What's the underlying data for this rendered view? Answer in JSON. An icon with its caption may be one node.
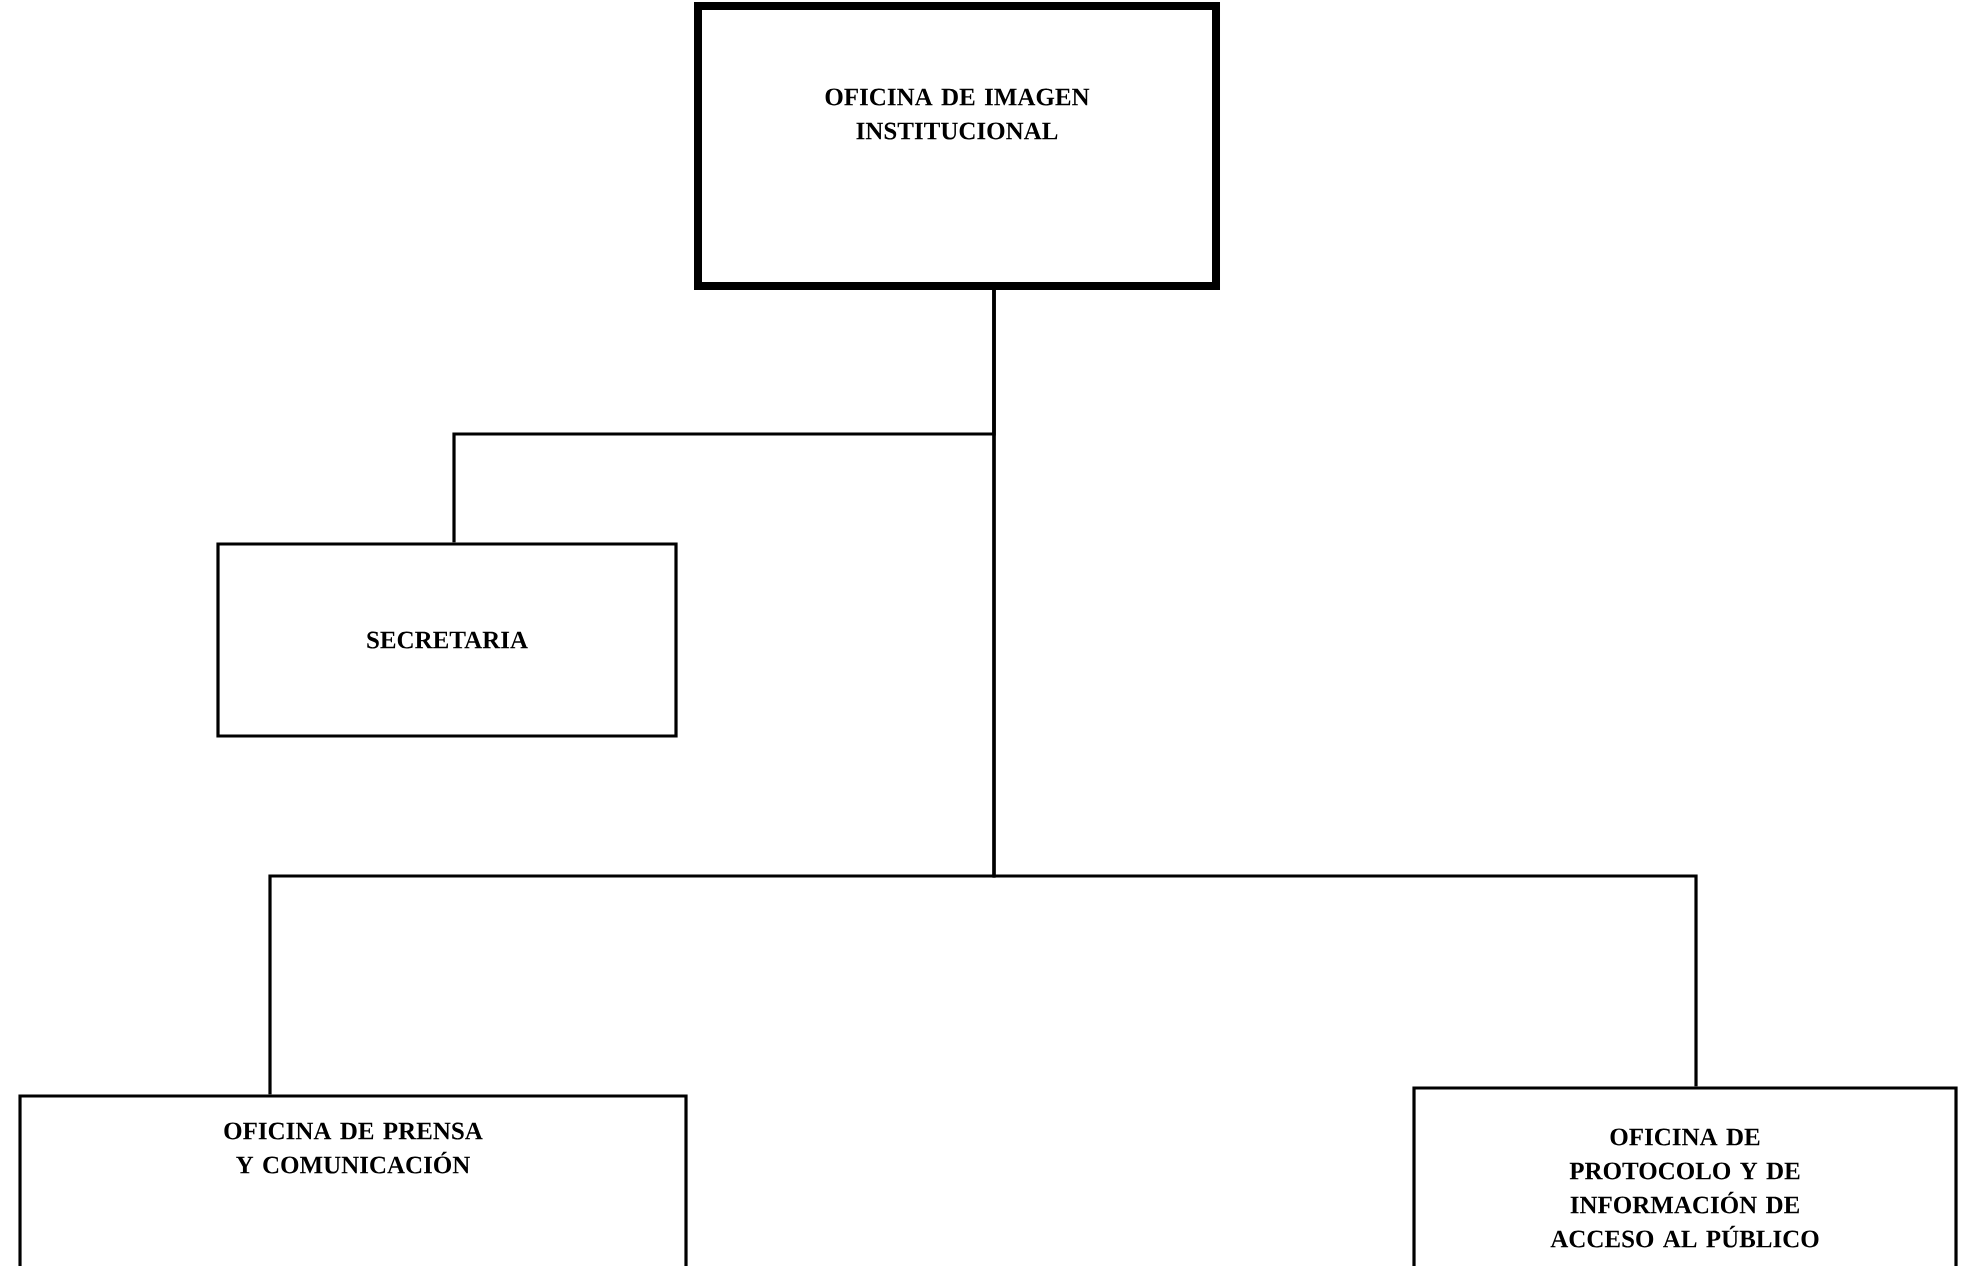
{
  "diagram": {
    "nodes": [
      {
        "text": [
          "OFICINA DE IMAGEN INSTITUCIONAL"
        ]
      },
      {
        "text": [
          "SECRETARIA"
        ]
      },
      {
        "text": [
          "OFICINA DE PRENSA Y COMUNICACIÓN"
        ]
      },
      {
        "text": [
          "OFICINA DE PROTOCOLO Y DE INFORMACIÓN DE ACCESO AL PÚBLICO"
        ]
      }
    ],
    "edges": [
      {
        "from": 0,
        "to": 1,
        "arrow": "none"
      },
      {
        "from": 0,
        "to": 2,
        "arrow": "none"
      },
      {
        "from": 0,
        "to": 3,
        "arrow": "none"
      }
    ]
  }
}
